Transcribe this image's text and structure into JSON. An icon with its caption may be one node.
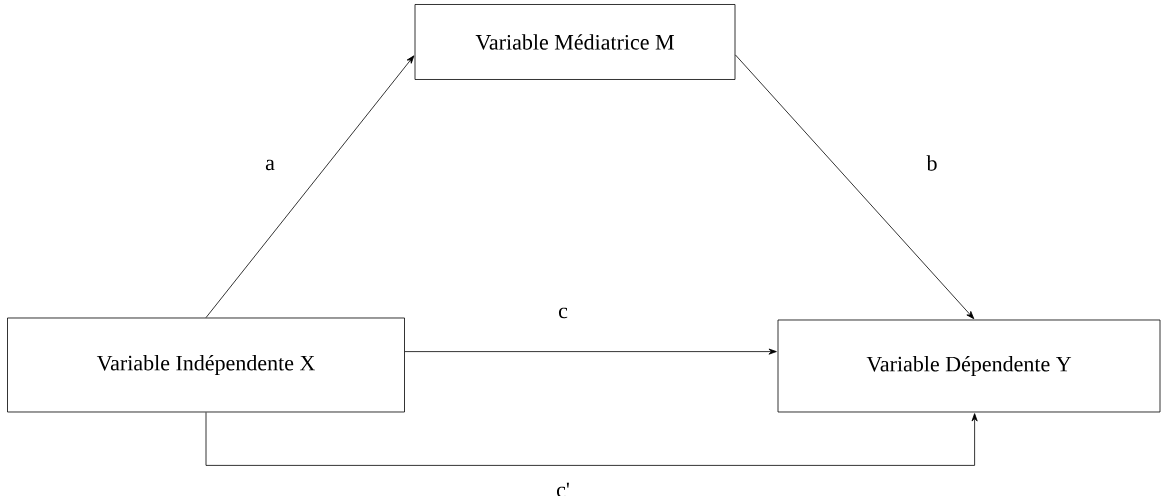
{
  "diagram": {
    "nodes": [
      {
        "text": [
          "Variable Médiatrice M"
        ]
      },
      {
        "text": [
          "Variable Indépendente X"
        ]
      },
      {
        "text": [
          "Variable Dépendente Y"
        ]
      }
    ],
    "edges": [
      {
        "from": 1,
        "to": 0,
        "arrow": "to",
        "label": "a"
      },
      {
        "from": 0,
        "to": 2,
        "arrow": "to",
        "label": "b"
      },
      {
        "from": 1,
        "to": 2,
        "arrow": "to",
        "label": "c"
      },
      {
        "from": 1,
        "to": 2,
        "arrow": "to",
        "label": "c'"
      }
    ]
  }
}
